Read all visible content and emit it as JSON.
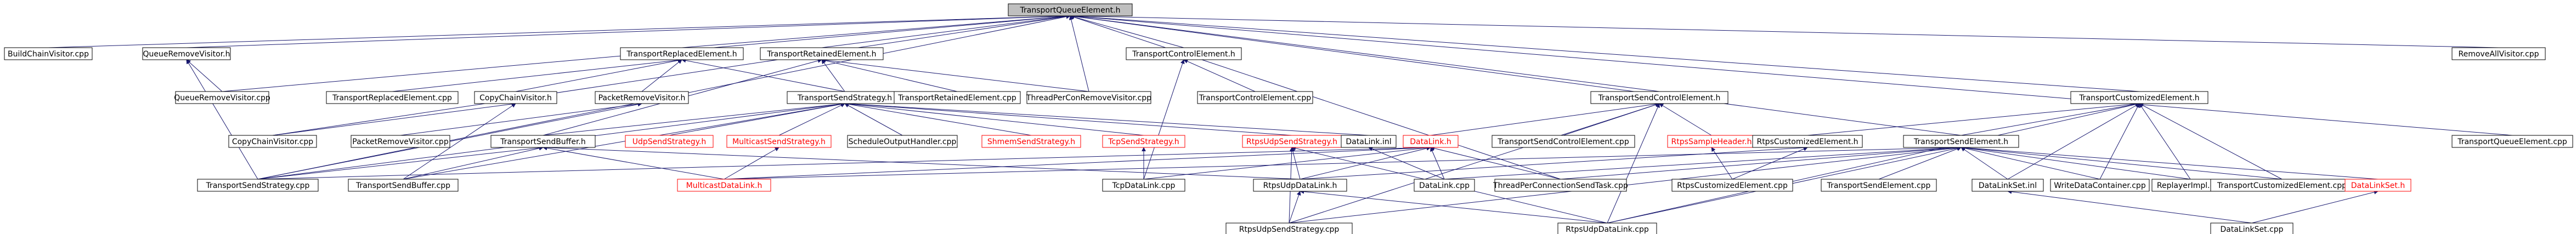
{
  "graph": {
    "nodes": {
      "root": "TransportQueueElement.h",
      "n_buildchain": "BuildChainVisitor.cpp",
      "n_queueremove_h": "QueueRemoveVisitor.h",
      "n_queueremove_cpp": "QueueRemoveVisitor.cpp",
      "n_transreplaced_h": "TransportReplacedElement.h",
      "n_transretained_h": "TransportRetainedElement.h",
      "n_threadpercon_cpp": "ThreadPerConRemoveVisitor.cpp",
      "n_transcontrol_h": "TransportControlElement.h",
      "n_transcontrol_cpp": "TransportControlElement.cpp",
      "n_removeall_cpp": "RemoveAllVisitor.cpp",
      "n_transreplaced_cpp": "TransportReplacedElement.cpp",
      "n_copychain_h": "CopyChainVisitor.h",
      "n_packetremove_h": "PacketRemoveVisitor.h",
      "n_transsendstrategy_h": "TransportSendStrategy.h",
      "n_transretained_cpp": "TransportRetainedElement.cpp",
      "n_transsendcontrol_h": "TransportSendControlElement.h",
      "n_transcustomized_h": "TransportCustomizedElement.h",
      "n_copychain_cpp": "CopyChainVisitor.cpp",
      "n_packetremove_cpp": "PacketRemoveVisitor.cpp",
      "n_transsendbuffer_h": "TransportSendBuffer.h",
      "n_udpsendstrategy_h": "UdpSendStrategy.h",
      "n_multicastsendstrategy_h": "MulticastSendStrategy.h",
      "n_scheduleoutput_cpp": "ScheduleOutputHandler.cpp",
      "n_shmemsendstrategy_h": "ShmemSendStrategy.h",
      "n_tcpsendstrategy_h": "TcpSendStrategy.h",
      "n_rtpsudpsendstrategy_h": "RtpsUdpSendStrategy.h",
      "n_datalink_inl": "DataLink.inl",
      "n_datalink_h": "DataLink.h",
      "n_transsendcontrol_cpp": "TransportSendControlElement.cpp",
      "n_rtpssampleheader_h": "RtpsSampleHeader.h",
      "n_rtpscustomized_h": "RtpsCustomizedElement.h",
      "n_transsendelement_h": "TransportSendElement.h",
      "n_transqueueelement_cpp": "TransportQueueElement.cpp",
      "n_transsendstrategy_cpp": "TransportSendStrategy.cpp",
      "n_transsendbuffer_cpp": "TransportSendBuffer.cpp",
      "n_multicastdatalink_h": "MulticastDataLink.h",
      "n_tcpdatalink_cpp": "TcpDataLink.cpp",
      "n_rtpsudpdatalink_h": "RtpsUdpDataLink.h",
      "n_datalink_cpp": "DataLink.cpp",
      "n_threadperconsendtask_cpp": "ThreadPerConnectionSendTask.cpp",
      "n_rtpscustomized_cpp": "RtpsCustomizedElement.cpp",
      "n_transsendelement_cpp": "TransportSendElement.cpp",
      "n_datalinkset_inl": "DataLinkSet.inl",
      "n_writedatacontainer_cpp": "WriteDataContainer.cpp",
      "n_replayerimpl_cpp": "ReplayerImpl.cpp",
      "n_transcustomized_cpp": "TransportCustomizedElement.cpp",
      "n_datalinkset_h": "DataLinkSet.h",
      "n_rtpsudpsendstrategy_cpp": "RtpsUdpSendStrategy.cpp",
      "n_rtpsudpdatalink_cpp": "RtpsUdpDataLink.cpp",
      "n_datalinkset_cpp": "DataLinkSet.cpp"
    },
    "missing_nodes": [
      "n_udpsendstrategy_h",
      "n_multicastsendstrategy_h",
      "n_shmemsendstrategy_h",
      "n_tcpsendstrategy_h",
      "n_rtpsudpsendstrategy_h",
      "n_datalink_h",
      "n_rtpssampleheader_h",
      "n_multicastdatalink_h",
      "n_datalinkset_h"
    ],
    "edges": [
      [
        "root",
        "n_buildchain"
      ],
      [
        "root",
        "n_queueremove_h"
      ],
      [
        "root",
        "n_queueremove_cpp"
      ],
      [
        "root",
        "n_transreplaced_h"
      ],
      [
        "root",
        "n_transretained_h"
      ],
      [
        "root",
        "n_threadpercon_cpp"
      ],
      [
        "root",
        "n_transcontrol_h"
      ],
      [
        "root",
        "n_removeall_cpp"
      ],
      [
        "root",
        "n_transsendcontrol_h"
      ],
      [
        "root",
        "n_transcustomized_h"
      ],
      [
        "root",
        "n_copychain_cpp"
      ],
      [
        "root",
        "n_transsendelement_h"
      ],
      [
        "root",
        "n_transqueueelement_cpp"
      ],
      [
        "root",
        "n_transsendstrategy_cpp"
      ],
      [
        "root",
        "n_threadperconsendtask_cpp"
      ],
      [
        "n_queueremove_h",
        "n_queueremove_cpp"
      ],
      [
        "n_queueremove_h",
        "n_transsendstrategy_cpp"
      ],
      [
        "n_transreplaced_h",
        "n_transreplaced_cpp"
      ],
      [
        "n_transreplaced_h",
        "n_copychain_h"
      ],
      [
        "n_transreplaced_h",
        "n_packetremove_h"
      ],
      [
        "n_transreplaced_h",
        "n_transsendstrategy_h"
      ],
      [
        "n_transretained_h",
        "n_transretained_cpp"
      ],
      [
        "n_transretained_h",
        "n_threadpercon_cpp"
      ],
      [
        "n_transretained_h",
        "n_transsendbuffer_h"
      ],
      [
        "n_transretained_h",
        "n_transsendstrategy_h"
      ],
      [
        "n_transcontrol_h",
        "n_transcontrol_cpp"
      ],
      [
        "n_transcontrol_h",
        "n_tcpdatalink_cpp"
      ],
      [
        "n_copychain_h",
        "n_copychain_cpp"
      ],
      [
        "n_copychain_h",
        "n_transsendbuffer_cpp"
      ],
      [
        "n_packetremove_h",
        "n_packetremove_cpp"
      ],
      [
        "n_packetremove_h",
        "n_transsendstrategy_cpp"
      ],
      [
        "n_transsendstrategy_h",
        "n_transsendbuffer_h"
      ],
      [
        "n_transsendstrategy_h",
        "n_udpsendstrategy_h"
      ],
      [
        "n_transsendstrategy_h",
        "n_multicastsendstrategy_h"
      ],
      [
        "n_transsendstrategy_h",
        "n_scheduleoutput_cpp"
      ],
      [
        "n_transsendstrategy_h",
        "n_shmemsendstrategy_h"
      ],
      [
        "n_transsendstrategy_h",
        "n_tcpsendstrategy_h"
      ],
      [
        "n_transsendstrategy_h",
        "n_rtpsudpsendstrategy_h"
      ],
      [
        "n_transsendstrategy_h",
        "n_datalink_inl"
      ],
      [
        "n_transsendstrategy_h",
        "n_transsendstrategy_cpp"
      ],
      [
        "n_transsendstrategy_h",
        "n_transsendbuffer_cpp"
      ],
      [
        "n_transsendbuffer_h",
        "n_transsendstrategy_cpp"
      ],
      [
        "n_transsendbuffer_h",
        "n_transsendbuffer_cpp"
      ],
      [
        "n_transsendbuffer_h",
        "n_multicastdatalink_h"
      ],
      [
        "n_transsendbuffer_h",
        "n_rtpsudpdatalink_h"
      ],
      [
        "n_multicastsendstrategy_h",
        "n_multicastdatalink_h"
      ],
      [
        "n_tcpsendstrategy_h",
        "n_tcpdatalink_cpp"
      ],
      [
        "n_rtpsudpsendstrategy_h",
        "n_rtpsudpdatalink_h"
      ],
      [
        "n_rtpsudpsendstrategy_h",
        "n_rtpsudpsendstrategy_cpp"
      ],
      [
        "n_rtpsudpsendstrategy_h",
        "n_rtpsudpdatalink_cpp"
      ],
      [
        "n_datalink_inl",
        "n_datalink_cpp"
      ],
      [
        "n_datalink_h",
        "n_datalink_cpp"
      ],
      [
        "n_datalink_h",
        "n_rtpsudpdatalink_h"
      ],
      [
        "n_datalink_h",
        "n_threadperconsendtask_cpp"
      ],
      [
        "n_datalink_h",
        "n_transsendstrategy_cpp"
      ],
      [
        "n_datalink_h",
        "n_multicastdatalink_h"
      ],
      [
        "n_datalink_h",
        "n_tcpdatalink_cpp"
      ],
      [
        "n_transsendcontrol_h",
        "n_transsendcontrol_cpp"
      ],
      [
        "n_transsendcontrol_h",
        "n_datalink_h"
      ],
      [
        "n_transsendcontrol_h",
        "n_rtpssampleheader_h"
      ],
      [
        "n_transsendcontrol_h",
        "n_rtpsudpdatalink_cpp"
      ],
      [
        "n_transsendcontrol_h",
        "n_rtpsudpsendstrategy_cpp"
      ],
      [
        "n_rtpssampleheader_h",
        "n_rtpscustomized_cpp"
      ],
      [
        "n_transcustomized_h",
        "n_rtpscustomized_h"
      ],
      [
        "n_transcustomized_h",
        "n_transsendelement_h"
      ],
      [
        "n_transcustomized_h",
        "n_datalinkset_inl"
      ],
      [
        "n_transcustomized_h",
        "n_writedatacontainer_cpp"
      ],
      [
        "n_transcustomized_h",
        "n_replayerimpl_cpp"
      ],
      [
        "n_transcustomized_h",
        "n_transcustomized_cpp"
      ],
      [
        "n_transcustomized_h",
        "n_rtpsudpdatalink_cpp"
      ],
      [
        "n_rtpscustomized_h",
        "n_rtpscustomized_cpp"
      ],
      [
        "n_rtpscustomized_h",
        "n_rtpsudpdatalink_h"
      ],
      [
        "n_transsendelement_h",
        "n_transsendelement_cpp"
      ],
      [
        "n_transsendelement_h",
        "n_datalinkset_inl"
      ],
      [
        "n_transsendelement_h",
        "n_writedatacontainer_cpp"
      ],
      [
        "n_transsendelement_h",
        "n_replayerimpl_cpp"
      ],
      [
        "n_transsendelement_h",
        "n_transcustomized_cpp"
      ],
      [
        "n_transsendelement_h",
        "n_datalink_cpp"
      ],
      [
        "n_transsendelement_h",
        "n_threadperconsendtask_cpp"
      ],
      [
        "n_transsendelement_h",
        "n_rtpsudpdatalink_cpp"
      ],
      [
        "n_transsendelement_h",
        "n_rtpsudpsendstrategy_cpp"
      ],
      [
        "n_transsendelement_h",
        "n_datalinkset_h"
      ],
      [
        "n_transsendelement_h",
        "n_multicastdatalink_h"
      ],
      [
        "n_rtpsudpdatalink_h",
        "n_rtpsudpsendstrategy_cpp"
      ],
      [
        "n_rtpsudpdatalink_h",
        "n_rtpsudpdatalink_cpp"
      ],
      [
        "n_datalinkset_inl",
        "n_datalinkset_cpp"
      ],
      [
        "n_datalinkset_h",
        "n_datalinkset_cpp"
      ]
    ]
  }
}
